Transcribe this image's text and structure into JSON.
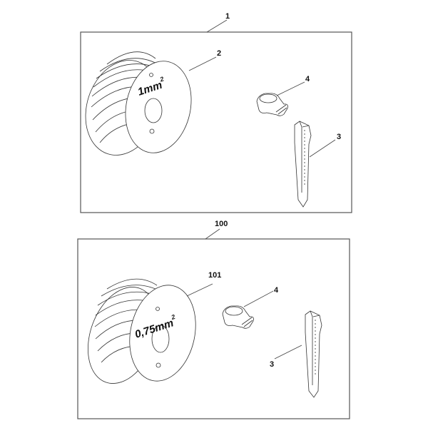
{
  "diagram": {
    "type": "exploded-parts-diagram",
    "assemblies": [
      {
        "id": "1",
        "callout": "1",
        "parts": [
          {
            "callout": "2",
            "name": "wire-spool",
            "label": "1mm",
            "label_sup": "2"
          },
          {
            "callout": "4",
            "name": "wire-connector"
          },
          {
            "callout": "3",
            "name": "peg-stake"
          }
        ]
      },
      {
        "id": "100",
        "callout": "100",
        "parts": [
          {
            "callout": "101",
            "name": "wire-spool",
            "label": "0,75mm",
            "label_sup": "2"
          },
          {
            "callout": "4",
            "name": "wire-connector"
          },
          {
            "callout": "3",
            "name": "peg-stake"
          }
        ]
      }
    ]
  },
  "colors": {
    "line": "#444444",
    "box_border": "#555555",
    "background": "#ffffff"
  }
}
